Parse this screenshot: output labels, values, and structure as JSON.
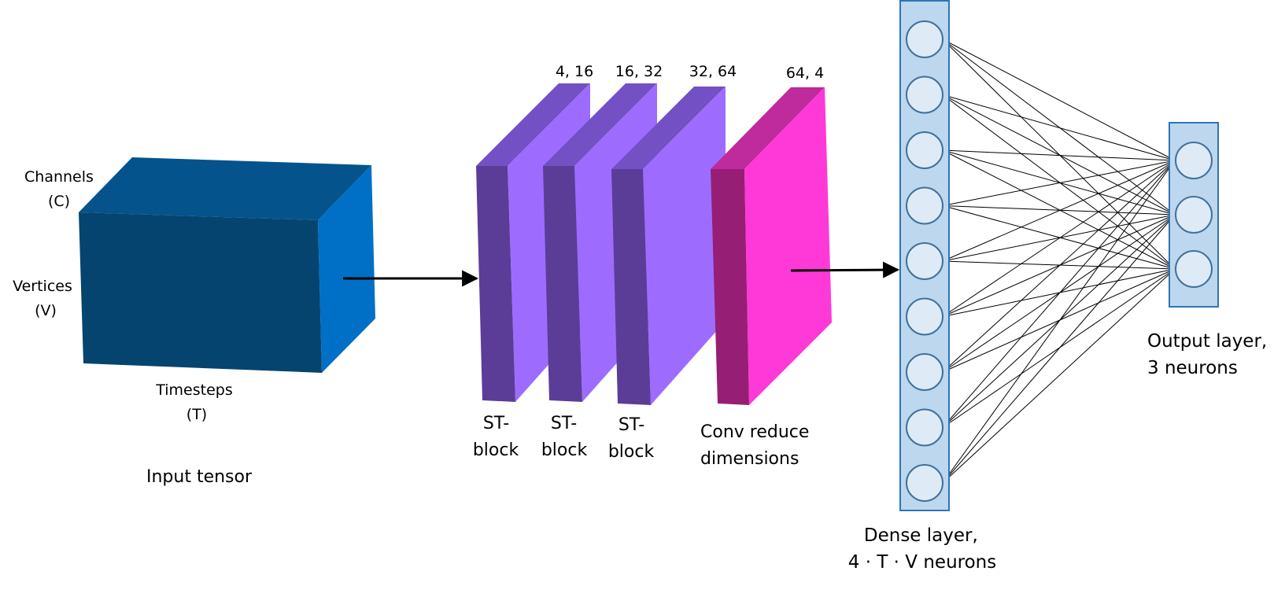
{
  "input": {
    "axis_channels": [
      "Channels",
      "(C)"
    ],
    "axis_vertices": [
      "Vertices",
      "(V)"
    ],
    "axis_timesteps": [
      "Timesteps",
      "(T)"
    ],
    "caption": "Input tensor",
    "colors": {
      "front": "#04446F",
      "top": "#05538C",
      "side": "#0070C6"
    }
  },
  "blocks": [
    {
      "dims": "4, 16",
      "caption": [
        "ST-",
        "block"
      ]
    },
    {
      "dims": "16, 32",
      "caption": [
        "ST-",
        "block"
      ]
    },
    {
      "dims": "32, 64",
      "caption": [
        "ST-",
        "block"
      ]
    }
  ],
  "block_colors": {
    "front": "#5B3D97",
    "top": "#7350C4",
    "side": "#9D6CFF"
  },
  "conv": {
    "dims": "64, 4",
    "caption": [
      "Conv reduce",
      "dimensions"
    ],
    "colors": {
      "front": "#961F75",
      "top": "#BF2A9C",
      "side": "#FF38D8"
    }
  },
  "dense": {
    "caption": [
      "Dense layer,",
      "4 · T · V neurons"
    ],
    "neuron_count": 9
  },
  "output": {
    "caption": [
      "Output layer,",
      "3 neurons"
    ],
    "neuron_count": 3
  },
  "network_colors": {
    "box": "#BDD7EE",
    "box_border": "#2E75B6",
    "neuron": "#DEEBF7",
    "neuron_border": "#41719C"
  }
}
